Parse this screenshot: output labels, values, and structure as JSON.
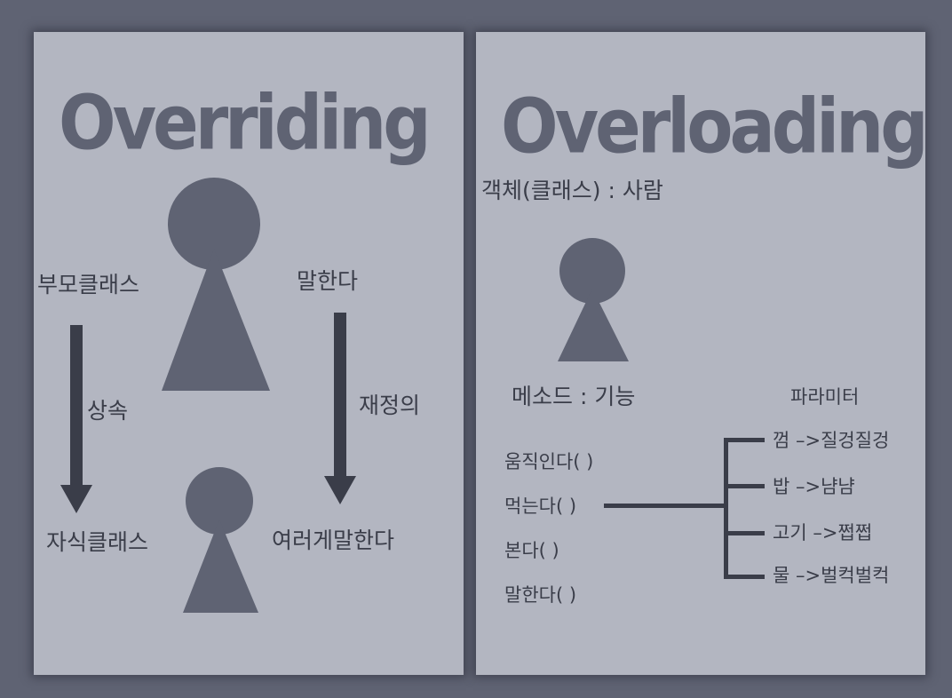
{
  "overriding": {
    "title": "Overriding",
    "parent_class": "부모클래스",
    "inheritance": "상속",
    "child_class": "자식클래스",
    "speak": "말한다",
    "redefine": "재정의",
    "speak_variously": "여러게말한다"
  },
  "overloading": {
    "title": "Overloading",
    "object_label": "객체(클래스) : 사람",
    "method_label": "메소드 : 기능",
    "parameter_label": "파라미터",
    "methods": [
      "움직인다( )",
      "먹는다( )",
      "본다( )",
      "말한다( )"
    ],
    "parameters": [
      "껌 –>질겅질겅",
      "밥 –>냠냠",
      "고기 –>쩝쩝",
      "물 –>벌컥벌컥"
    ]
  },
  "colors": {
    "background": "#5f6373",
    "panel": "#b3b6c1",
    "figure": "#5f6373",
    "arrow": "#3a3d49"
  },
  "icons": [
    "person-keyhole-icon",
    "down-arrow-icon"
  ]
}
